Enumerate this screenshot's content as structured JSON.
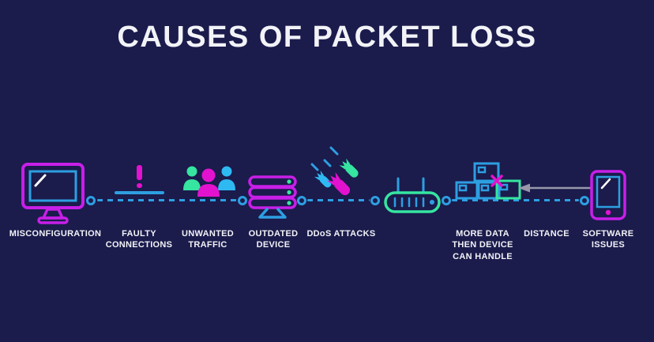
{
  "title": "CAUSES OF PACKET LOSS",
  "colors": {
    "bg": "#1b1b4c",
    "magenta": "#c81fe8",
    "pink": "#e312cf",
    "blue": "#2d9fe1",
    "blue2": "#2fb9f2",
    "green": "#35e5a0",
    "gray": "#9898aa",
    "text": "#f2f3f7"
  },
  "items": [
    {
      "id": "misconfiguration",
      "icon": "monitor-icon",
      "label": "MISCONFIGURATION"
    },
    {
      "id": "faulty-connections",
      "icon": "exclamation-icon",
      "label": "FAULTY\nCONNECTIONS"
    },
    {
      "id": "unwanted-traffic",
      "icon": "users-icon",
      "label": "UNWANTED\nTRAFFIC"
    },
    {
      "id": "outdated-device",
      "icon": "server-icon",
      "label": "OUTDATED\nDEVICE"
    },
    {
      "id": "ddos-attacks",
      "icon": "bombs-icon",
      "label": "DDoS ATTACKS"
    },
    {
      "id": "router",
      "icon": "router-icon",
      "label": ""
    },
    {
      "id": "more-data",
      "icon": "boxes-icon",
      "label": "MORE DATA\nTHEN DEVICE\nCAN HANDLE"
    },
    {
      "id": "distance",
      "icon": "arrow-left-icon",
      "label": "DISTANCE"
    },
    {
      "id": "software-issues",
      "icon": "tablet-icon",
      "label": "SOFTWARE\nISSUES"
    }
  ]
}
